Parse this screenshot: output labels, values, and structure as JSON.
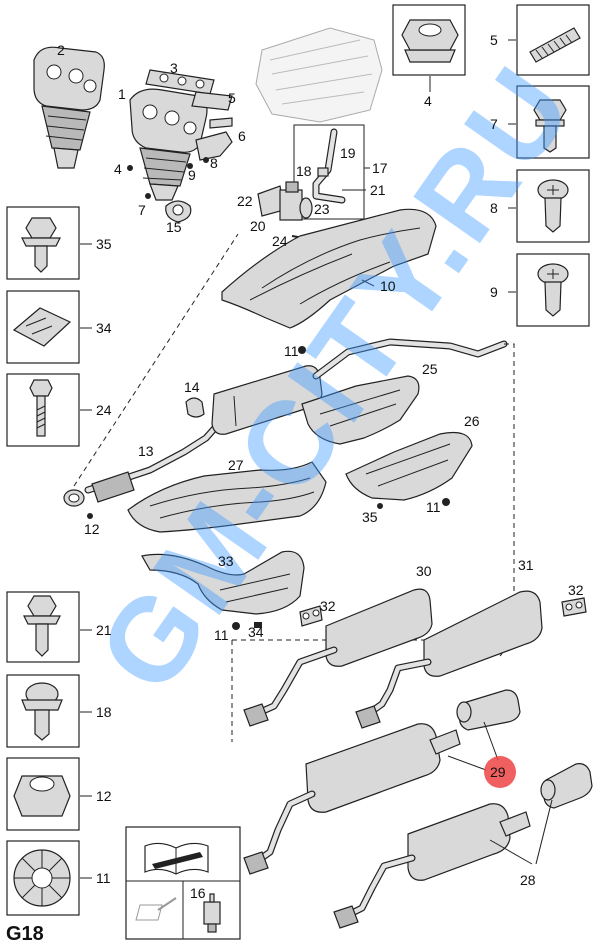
{
  "sheet_code": "G18",
  "watermark": "GM-CITY.RU",
  "highlighted_part": "29",
  "callouts": [
    "1",
    "2",
    "3",
    "4",
    "5",
    "6",
    "7",
    "8",
    "9",
    "10",
    "11",
    "12",
    "13",
    "14",
    "15",
    "16",
    "17",
    "18",
    "19",
    "20",
    "21",
    "22",
    "23",
    "24",
    "25",
    "26",
    "27",
    "28",
    "29",
    "30",
    "31",
    "32",
    "33",
    "34",
    "35"
  ],
  "colors": {
    "highlight": "#ee4444",
    "watermark": "#3d9bff",
    "line": "#222222"
  }
}
